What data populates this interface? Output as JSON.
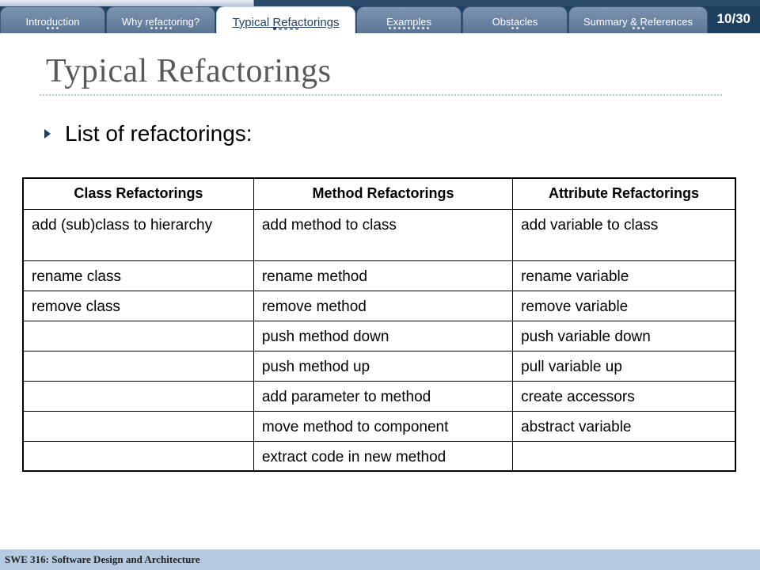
{
  "nav": {
    "progress": 0.333,
    "tabs": [
      {
        "label": "Introduction",
        "dots": 3,
        "active": false
      },
      {
        "label": "Why refactoring?",
        "dots": 5,
        "active": false
      },
      {
        "label": "Typical Refactorings",
        "dots": 5,
        "active": true,
        "current_dot": 0
      },
      {
        "label": "Examples",
        "dots": 9,
        "active": false
      },
      {
        "label": "Obstacles",
        "dots": 2,
        "active": false
      },
      {
        "label": "Summary & References",
        "dots": 3,
        "active": false
      }
    ],
    "slide_counter": "10/30"
  },
  "slide": {
    "title": "Typical Refactorings",
    "bullet": "List of refactorings:"
  },
  "table": {
    "headers": [
      "Class Refactorings",
      "Method Refactorings",
      "Attribute Refactorings"
    ],
    "rows": [
      [
        "add (sub)class to hierarchy",
        "add method to class",
        "add variable to class"
      ],
      [
        "rename class",
        "rename method",
        "rename variable"
      ],
      [
        "remove class",
        "remove method",
        "remove variable"
      ],
      [
        "",
        "push method down",
        "push variable down"
      ],
      [
        "",
        "push method up",
        "pull variable up"
      ],
      [
        "",
        "add parameter to method",
        "create accessors"
      ],
      [
        "",
        "move method to component",
        "abstract variable"
      ],
      [
        "",
        "extract code in new method",
        ""
      ]
    ]
  },
  "footer": {
    "course": "SWE 316: Software Design and Architecture"
  },
  "colors": {
    "nav_background": "#1f3f5f",
    "tab_background": "#6a83a1",
    "footer_background": "#b7cbe0",
    "title_text": "#595959"
  }
}
